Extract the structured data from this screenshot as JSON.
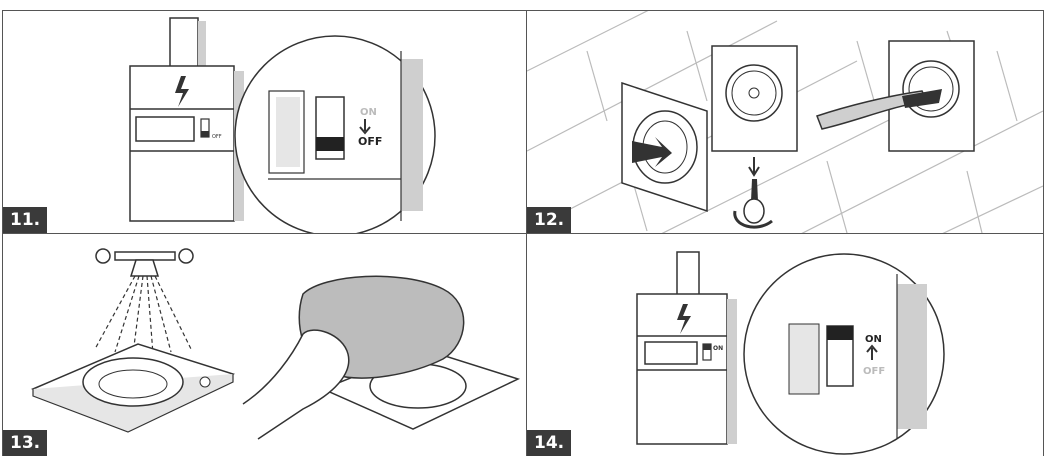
{
  "panels": [
    {
      "step": "11.",
      "switch_on_text": "ON",
      "switch_off_text": "OFF",
      "small_label": "OFF"
    },
    {
      "step": "12."
    },
    {
      "step": "13."
    },
    {
      "step": "14.",
      "switch_on_text": "ON",
      "switch_off_text": "OFF",
      "small_label": "ON"
    }
  ],
  "colors": {
    "line": "#333333",
    "shade": "#cfcfcf",
    "label_bg": "#3a3a3a",
    "accent_dark": "#222222"
  }
}
